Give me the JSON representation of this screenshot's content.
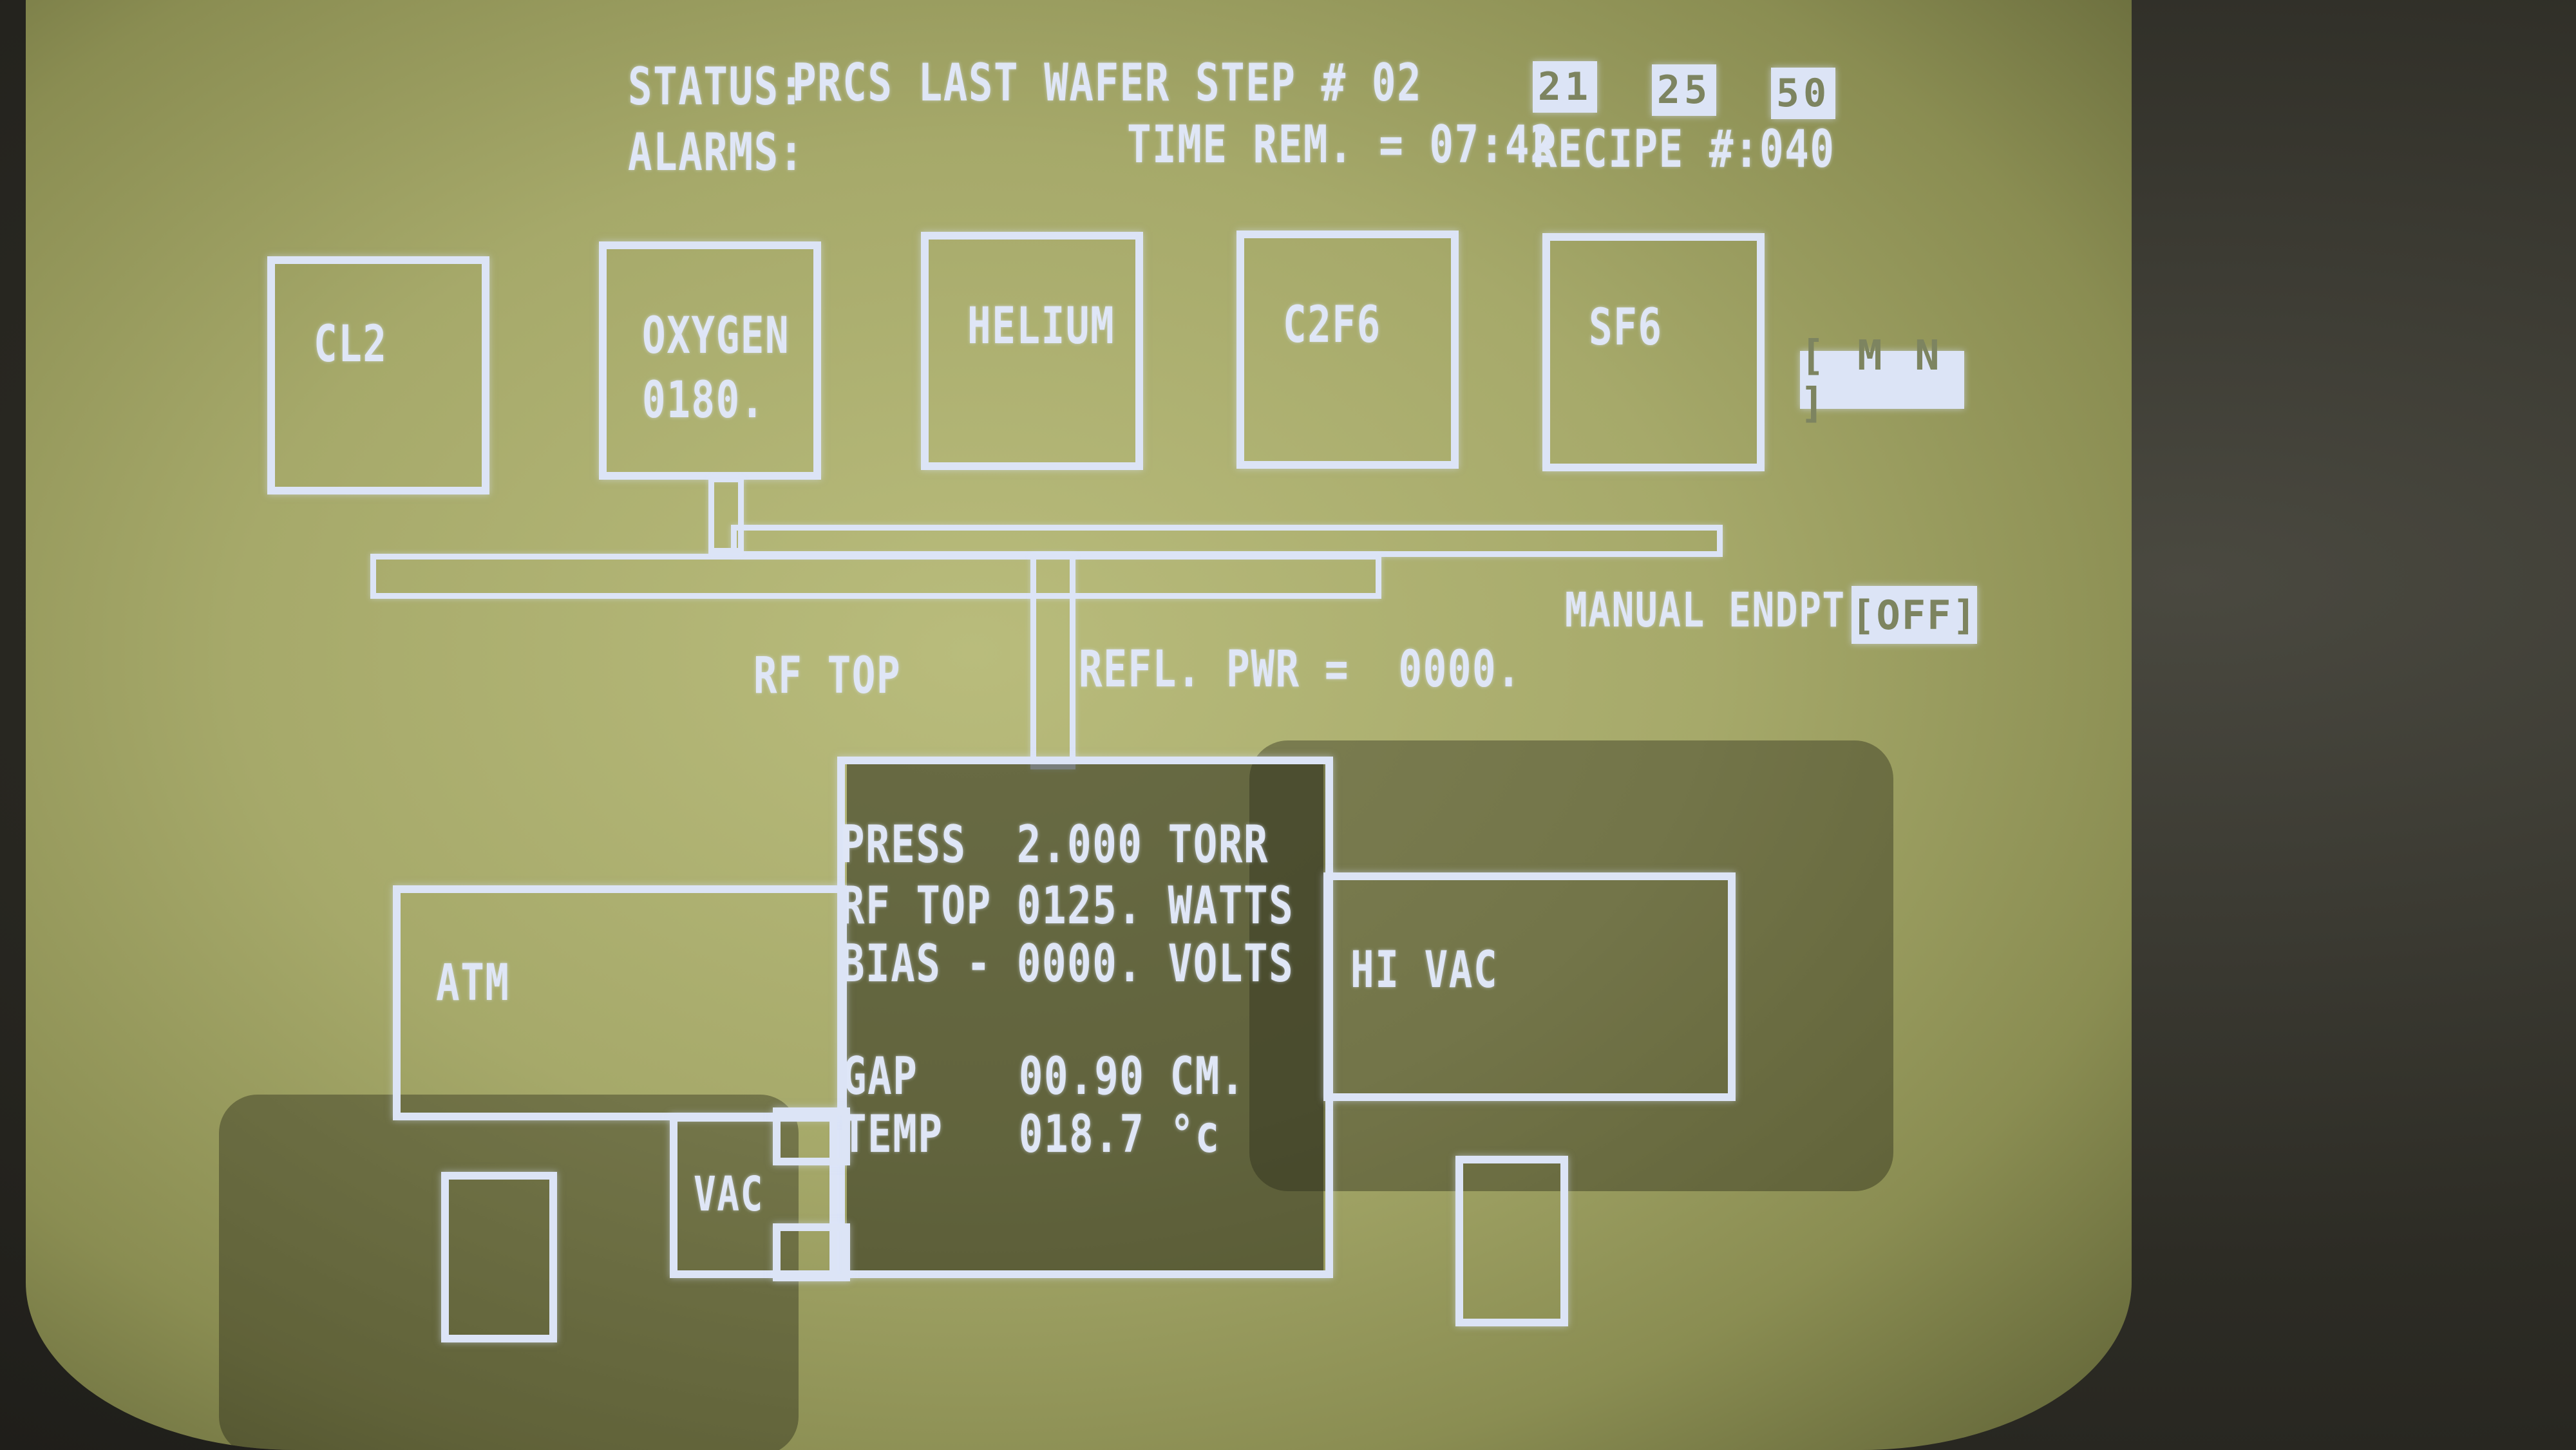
{
  "status": {
    "label": "STATUS:",
    "value": "PRCS LAST WAFER STEP # 02",
    "alarms_label": "ALARMS:",
    "time_rem": "TIME REM. = 07:42",
    "recipe": "RECIPE #:040",
    "tabs": [
      "21",
      "25",
      "50"
    ]
  },
  "gases": [
    {
      "name": "CL2",
      "value": ""
    },
    {
      "name": "OXYGEN",
      "value": "0180."
    },
    {
      "name": "HELIUM",
      "value": ""
    },
    {
      "name": "C2F6",
      "value": ""
    },
    {
      "name": "SF6",
      "value": ""
    }
  ],
  "mnl_button": "[ M N ]",
  "manual_endpt": {
    "label": "MANUAL ENDPT:",
    "value": "[OFF]"
  },
  "rf": {
    "top_label": "RF TOP",
    "refl_pwr": "REFL. PWR =  0000."
  },
  "chamber": {
    "press": "PRESS  2.000 TORR",
    "rf_top": "RF TOP 0125. WATTS",
    "bias": "BIAS - 0000. VOLTS",
    "gap": "GAP    00.90 CM.",
    "temp": "TEMP   018.7 °c"
  },
  "atm_label": "ATM",
  "vac_label": "VAC",
  "hivac_label": "HI VAC",
  "colors": {
    "phosphor": "#dce4f6",
    "screen": "#a6a96a"
  }
}
